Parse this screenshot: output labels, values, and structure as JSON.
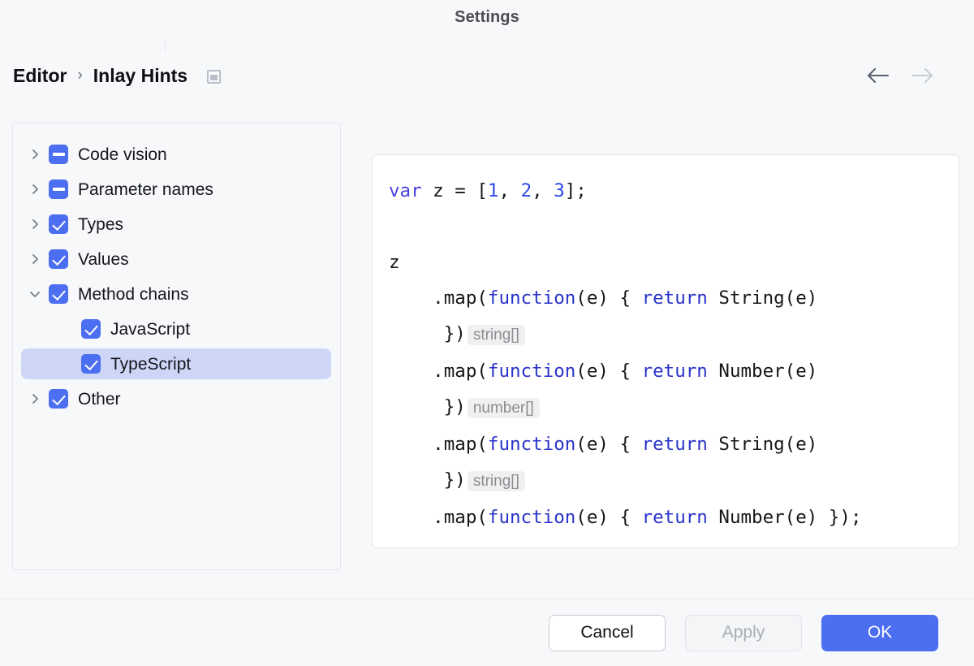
{
  "dialog": {
    "title": "Settings"
  },
  "breadcrumb": {
    "root": "Editor",
    "separator": "›",
    "leaf": "Inlay Hints",
    "icon": "settings-window-icon"
  },
  "nav": {
    "back_icon": "arrow-left-icon",
    "forward_icon": "arrow-right-icon",
    "back_enabled": "true",
    "forward_enabled": "false"
  },
  "tree": {
    "items": [
      {
        "label": "Code vision",
        "state": "indeterminate",
        "twisty": "chevron-right-icon",
        "indent": 0,
        "selected": false
      },
      {
        "label": "Parameter names",
        "state": "indeterminate",
        "twisty": "chevron-right-icon",
        "indent": 0,
        "selected": false
      },
      {
        "label": "Types",
        "state": "checked",
        "twisty": "chevron-right-icon",
        "indent": 0,
        "selected": false
      },
      {
        "label": "Values",
        "state": "checked",
        "twisty": "chevron-right-icon",
        "indent": 0,
        "selected": false
      },
      {
        "label": "Method chains",
        "state": "checked",
        "twisty": "chevron-down-icon",
        "indent": 0,
        "selected": false
      },
      {
        "label": "JavaScript",
        "state": "checked",
        "twisty": "none",
        "indent": 1,
        "selected": false
      },
      {
        "label": "TypeScript",
        "state": "checked",
        "twisty": "none",
        "indent": 1,
        "selected": true
      },
      {
        "label": "Other",
        "state": "checked",
        "twisty": "chevron-right-icon",
        "indent": 0,
        "selected": false
      }
    ]
  },
  "preview": {
    "lines": [
      {
        "segments": [
          {
            "t": "var",
            "c": "kw2"
          },
          {
            "t": " z = [",
            "c": ""
          },
          {
            "t": "1",
            "c": "num"
          },
          {
            "t": ", ",
            "c": ""
          },
          {
            "t": "2",
            "c": "num"
          },
          {
            "t": ", ",
            "c": ""
          },
          {
            "t": "3",
            "c": "num"
          },
          {
            "t": "];",
            "c": ""
          }
        ]
      },
      {
        "segments": []
      },
      {
        "segments": [
          {
            "t": "z",
            "c": ""
          }
        ]
      },
      {
        "segments": [
          {
            "t": "    .map(",
            "c": ""
          },
          {
            "t": "function",
            "c": "kw"
          },
          {
            "t": "(e) { ",
            "c": ""
          },
          {
            "t": "return",
            "c": "kw"
          },
          {
            "t": " String(e)",
            "c": ""
          }
        ]
      },
      {
        "segments": [
          {
            "t": "     })",
            "c": ""
          }
        ],
        "hint": "string[]"
      },
      {
        "segments": [
          {
            "t": "    .map(",
            "c": ""
          },
          {
            "t": "function",
            "c": "kw"
          },
          {
            "t": "(e) { ",
            "c": ""
          },
          {
            "t": "return",
            "c": "kw"
          },
          {
            "t": " Number(e)",
            "c": ""
          }
        ]
      },
      {
        "segments": [
          {
            "t": "     })",
            "c": ""
          }
        ],
        "hint": "number[]"
      },
      {
        "segments": [
          {
            "t": "    .map(",
            "c": ""
          },
          {
            "t": "function",
            "c": "kw"
          },
          {
            "t": "(e) { ",
            "c": ""
          },
          {
            "t": "return",
            "c": "kw"
          },
          {
            "t": " String(e)",
            "c": ""
          }
        ]
      },
      {
        "segments": [
          {
            "t": "     })",
            "c": ""
          }
        ],
        "hint": "string[]"
      },
      {
        "segments": [
          {
            "t": "    .map(",
            "c": ""
          },
          {
            "t": "function",
            "c": "kw"
          },
          {
            "t": "(e) { ",
            "c": ""
          },
          {
            "t": "return",
            "c": "kw"
          },
          {
            "t": " Number(e) });",
            "c": ""
          }
        ]
      }
    ]
  },
  "footer": {
    "cancel_label": "Cancel",
    "apply_label": "Apply",
    "apply_enabled": "false",
    "ok_label": "OK"
  },
  "colors": {
    "accent": "#4c6ef0",
    "selection": "#ced6f8",
    "keyword": "#2b34c9",
    "var_keyword": "#4a3fe0",
    "number": "#2c49e8",
    "hint_text": "#8b8d92",
    "hint_bg": "#f0f0f1",
    "window_bg": "#f7f8fa",
    "panel_border": "#e4e6ea"
  }
}
